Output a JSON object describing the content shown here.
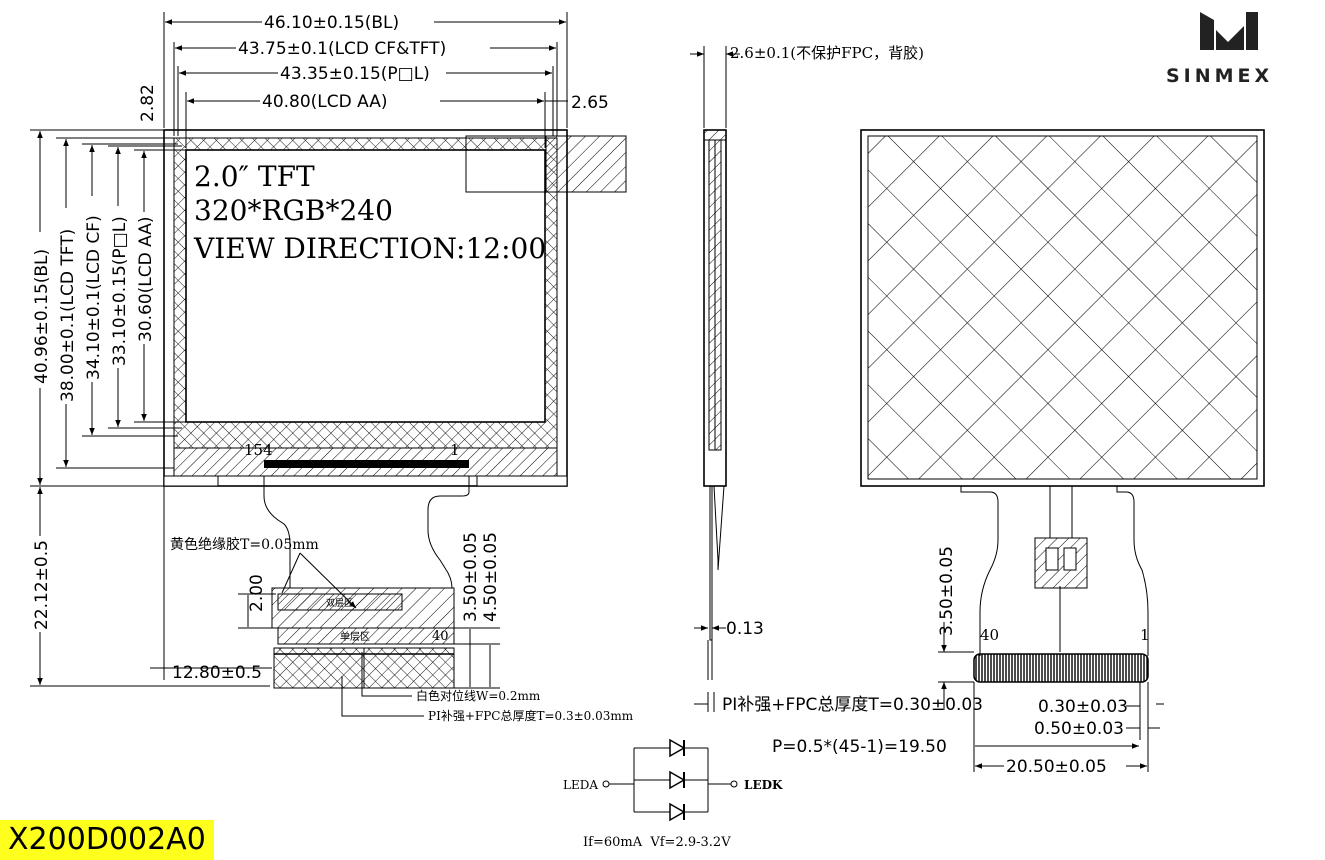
{
  "brand": {
    "name": "SINMEX"
  },
  "model": "X200D002A0",
  "front_view": {
    "screen_lines": [
      "2.0″ TFT",
      "320*RGB*240",
      "VIEW DIRECTION:12:00"
    ],
    "h_dims": [
      "46.10±0.15(BL)",
      "43.75±0.1(LCD CF&TFT)",
      "43.35±0.15(P□L)",
      "40.80(LCD AA)"
    ],
    "small_dims": {
      "top_left": "2.82",
      "top_right": "2.65"
    },
    "v_dims": [
      "40.96±0.15(BL)",
      "38.00±0.1(LCD TFT)",
      "34.10±0.1(LCD CF)",
      "33.10±0.15(P□L)",
      "30.60(LCD AA)"
    ],
    "pin_labels": {
      "left": "154",
      "right": "1"
    },
    "fpc_length": "22.12±0.5",
    "fpc_offset": "12.80±0.5",
    "tape_note": "黄色绝缘胶T=0.05mm",
    "dim_2_00": "2.00",
    "dim_3_50": "3.50±0.05",
    "dim_4_50": "4.50±0.05",
    "layer_label_double": "双层区",
    "layer_label_single": "单层区",
    "pin_40": "40",
    "white_line_note": "白色对位线W=0.2mm",
    "stiffener_note": "PI补强+FPC总厚度T=0.3±0.03mm"
  },
  "side_view": {
    "thickness": "2.6±0.1(不保护FPC，背胶)",
    "fpc_thickness": "0.13",
    "stiffener_note": "PI补强+FPC总厚度T=0.30±0.03"
  },
  "back_view": {
    "dim_3_50": "3.50±0.05",
    "pin_left": "40",
    "pin_right": "1",
    "pitch_width": "0.30±0.03",
    "pad_width": "0.50±0.03",
    "pitch": "P=0.5*(45-1)=19.50",
    "total_width": "20.50±0.05"
  },
  "led_circuit": {
    "anode": "LEDA",
    "cathode": "LEDK",
    "spec": "If=60mA  Vf=2.9-3.2V",
    "led_count": 3
  }
}
